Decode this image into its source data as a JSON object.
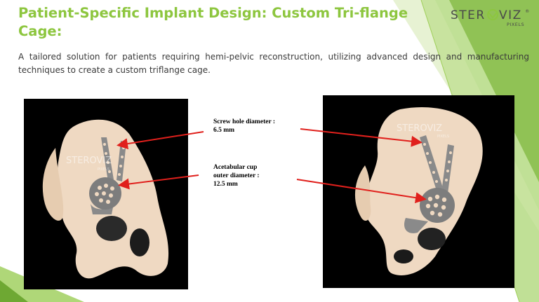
{
  "slide": {
    "title": "Patient-Specific Implant Design: Custom Tri-flange Cage:",
    "subtitle": "A tailored solution for patients requiring hemi-pelvic reconstruction, utilizing advanced design and manufacturing techniques to create a custom triflange cage.",
    "accent_color": "#8dc63f"
  },
  "logo": {
    "wordmark": "STEROVIZ",
    "sub": "PIXELS",
    "registered": "®"
  },
  "annotations": {
    "screw_hole": "Screw hole diameter :\n6.5 mm",
    "acetabular_cup": "Acetabular cup\nouter diameter :\n12.5 mm",
    "arrow_color": "#e0201c"
  },
  "images": {
    "left": {
      "watermark": "STEROVIZ",
      "watermark_sub": "PIXELS",
      "icon": "pelvis-render-left"
    },
    "right": {
      "watermark": "STEROVIZ",
      "watermark_sub": "PIXELS",
      "icon": "pelvis-render-right"
    }
  }
}
